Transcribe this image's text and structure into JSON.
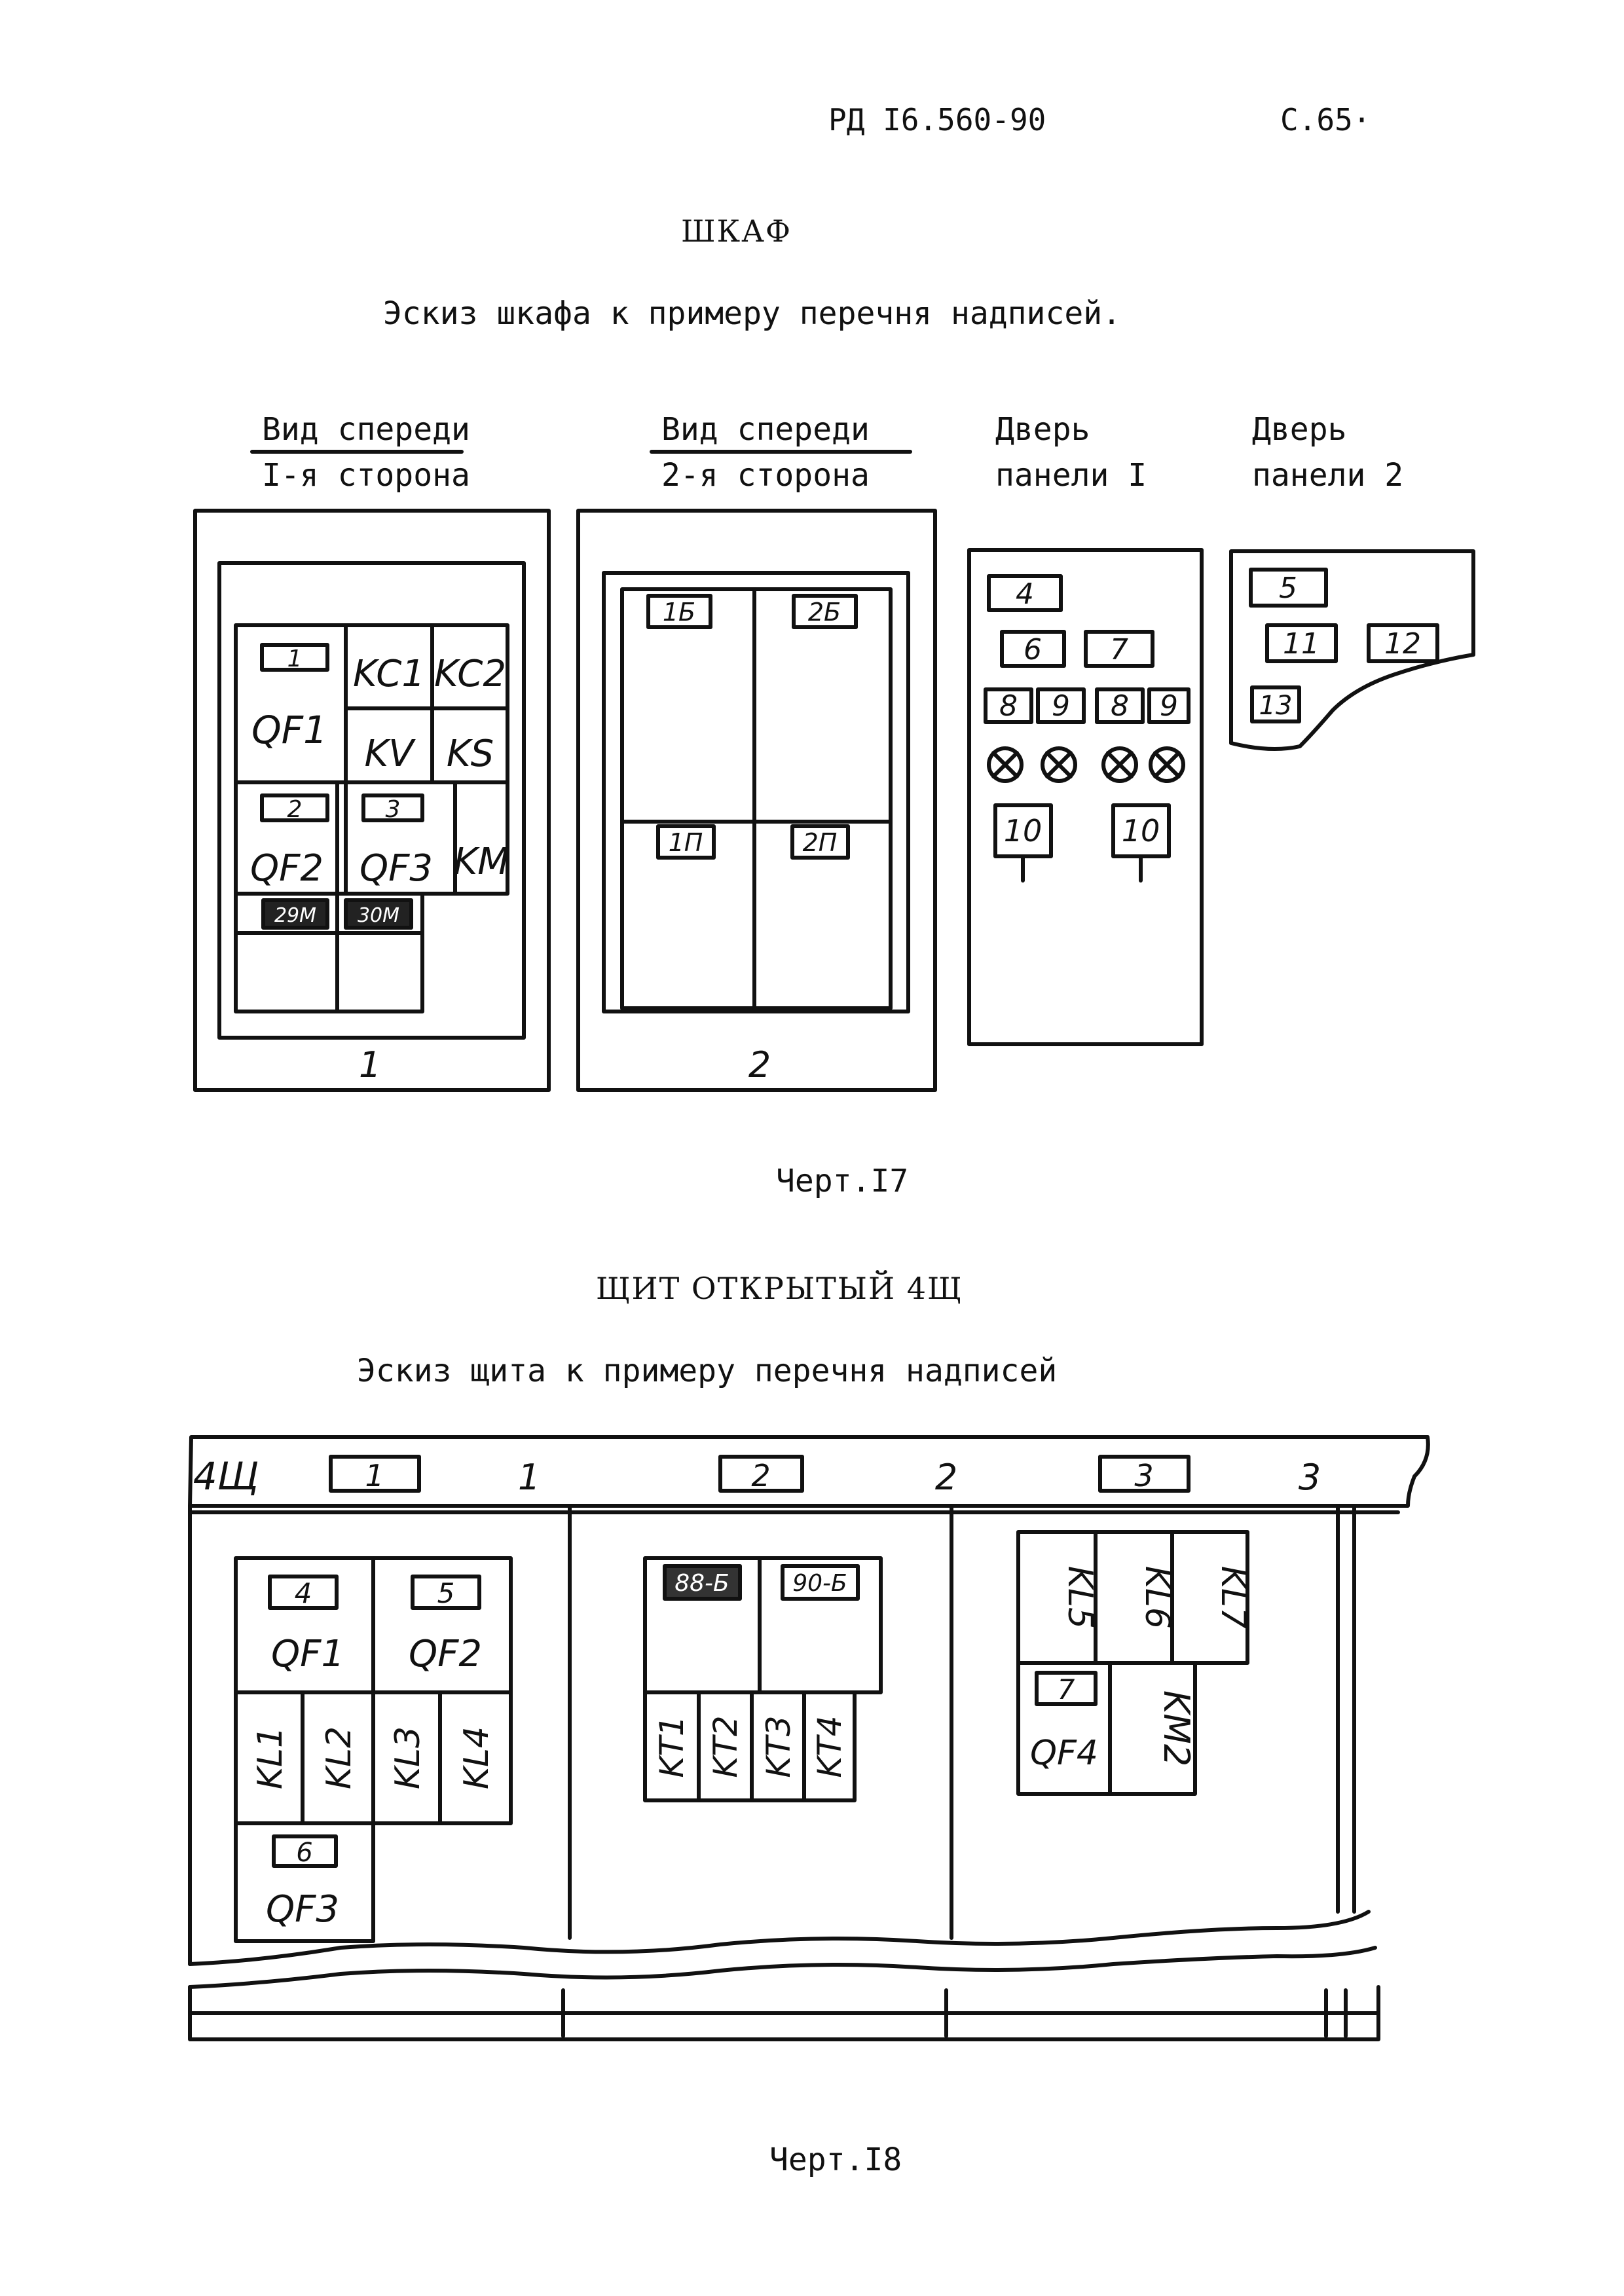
{
  "header": {
    "doc_code": "РД I6.560-90",
    "page": "С.65·"
  },
  "fig17": {
    "title": "ШКАФ",
    "subtitle": "Эскиз шкафа к примеру перечня надписей.",
    "views": [
      {
        "line1": "Вид спереди",
        "line2": "I-я сторона"
      },
      {
        "line1": "Вид спереди",
        "line2": "2-я сторона"
      },
      {
        "line1": "Дверь",
        "line2": "панели I"
      },
      {
        "line1": "Дверь",
        "line2": "панели 2"
      }
    ],
    "side1": {
      "number": "1",
      "cells": {
        "tag1": "1",
        "qf1": "QF1",
        "kc1": "KC1",
        "kc2": "KC2",
        "kv": "KV",
        "ks": "KS",
        "tag2": "2",
        "qf2": "QF2",
        "tag3": "3",
        "qf3": "QF3",
        "km": "KM",
        "tag29m": "29M",
        "tag30m": "30M"
      }
    },
    "side2": {
      "number": "2",
      "tags": {
        "t1b": "1Б",
        "t2b": "2Б",
        "t1p": "1П",
        "t2p": "2П"
      }
    },
    "door1": {
      "tags": {
        "t4": "4",
        "t6": "6",
        "t7": "7",
        "t8a": "8",
        "t9a": "9",
        "t8b": "8",
        "t9b": "9",
        "t10a": "10",
        "t10b": "10"
      }
    },
    "door2": {
      "tags": {
        "t5": "5",
        "t11": "11",
        "t12": "12",
        "t13": "13"
      }
    },
    "caption": "Черт.I7"
  },
  "fig18": {
    "title": "ЩИТ ОТКРЫТЫЙ 4Щ",
    "subtitle": "Эскиз щита к примеру перечня надписей",
    "board_label": "4Щ",
    "top": {
      "tag1": "1",
      "num1": "1",
      "tag2": "2",
      "num2": "2",
      "tag3": "3",
      "num3": "3"
    },
    "sec1": {
      "tag4": "4",
      "qf1": "QF1",
      "tag5": "5",
      "qf2": "QF2",
      "kl1": "KL1",
      "kl2": "KL2",
      "kl3": "KL3",
      "kl4": "KL4",
      "tag6": "6",
      "qf3": "QF3"
    },
    "sec2": {
      "tag88": "88-Б",
      "tag90": "90-Б",
      "kt1": "KT1",
      "kt2": "KT2",
      "kt3": "KT3",
      "kt4": "KT4"
    },
    "sec3": {
      "kl5": "KL5",
      "kl6": "KL6",
      "kl7": "KL7",
      "tag7": "7",
      "qf4": "QF4",
      "km2": "KM2"
    },
    "caption": "Черт.I8"
  }
}
